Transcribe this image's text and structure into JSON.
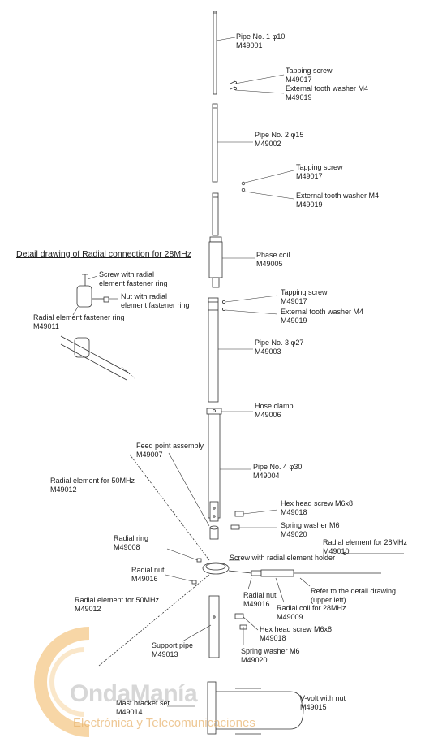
{
  "detail_title": "Detail drawing of Radial connection for 28MHz",
  "parts": [
    {
      "name": "pipe-no1",
      "label": "Pipe No. 1 φ10\nM49001"
    },
    {
      "name": "tapping-screw-1",
      "label": "Tapping screw\nM49017"
    },
    {
      "name": "tooth-washer-1",
      "label": "External tooth washer M4\nM49019"
    },
    {
      "name": "pipe-no2",
      "label": "Pipe No. 2 φ15\nM49002"
    },
    {
      "name": "tapping-screw-2",
      "label": "Tapping screw\nM49017"
    },
    {
      "name": "tooth-washer-2",
      "label": "External tooth washer M4\nM49019"
    },
    {
      "name": "phase-coil",
      "label": "Phase coil\nM49005"
    },
    {
      "name": "tapping-screw-3",
      "label": "Tapping screw\nM49017"
    },
    {
      "name": "tooth-washer-3",
      "label": "External tooth washer M4\nM49019"
    },
    {
      "name": "pipe-no3",
      "label": "Pipe No. 3 φ27\nM49003"
    },
    {
      "name": "hose-clamp",
      "label": "Hose clamp\nM49006"
    },
    {
      "name": "feed-point",
      "label": "Feed point assembly\nM49007"
    },
    {
      "name": "pipe-no4",
      "label": "Pipe No. 4 φ30\nM49004"
    },
    {
      "name": "radial-50-upper",
      "label": "Radial element for 50MHz\nM49012"
    },
    {
      "name": "hex-screw-1",
      "label": "Hex head screw M6x8\nM49018"
    },
    {
      "name": "spring-washer-1",
      "label": "Spring washer M6\nM49020"
    },
    {
      "name": "radial-28",
      "label": "Radial element for 28MHz\nM49010"
    },
    {
      "name": "radial-ring",
      "label": "Radial ring\nM49008"
    },
    {
      "name": "screw-holder",
      "label": "Screw with radial element holder"
    },
    {
      "name": "radial-nut-left",
      "label": "Radial nut\nM49016"
    },
    {
      "name": "refer-detail",
      "label": "Refer to the detail drawing\n(upper left)"
    },
    {
      "name": "radial-nut-right",
      "label": "Radial nut\nM49016"
    },
    {
      "name": "radial-coil",
      "label": "Radial coil for 28MHz\nM49009"
    },
    {
      "name": "radial-50-lower",
      "label": "Radial element for 50MHz\nM49012"
    },
    {
      "name": "hex-screw-2",
      "label": "Hex head screw M6x8\nM49018"
    },
    {
      "name": "support-pipe",
      "label": "Support pipe\nM49013"
    },
    {
      "name": "spring-washer-2",
      "label": "Spring washer M6\nM49020"
    },
    {
      "name": "mast-bracket",
      "label": "Mast bracket set\nM49014"
    },
    {
      "name": "v-volt",
      "label": "V-volt with nut\nM49015"
    },
    {
      "name": "screw-fastener",
      "label": "Screw with radial\nelement fastener ring"
    },
    {
      "name": "nut-fastener",
      "label": "Nut with radial\nelement fastener ring"
    },
    {
      "name": "fastener-ring",
      "label": "Radial element fastener ring\nM49011"
    }
  ],
  "watermark": {
    "brand_a": "Onda",
    "brand_b": "Manía",
    "tagline": "Electrónica y Telecomunicaciones",
    "colors": {
      "orange": "#f0b45c",
      "grey": "#b0b0b0"
    }
  }
}
